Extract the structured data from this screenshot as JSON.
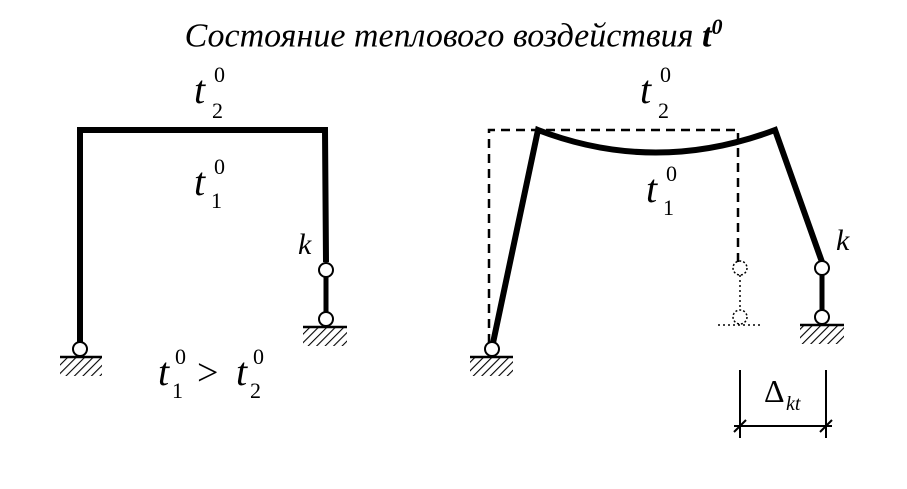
{
  "title": {
    "prefix": "Состояние теплового воздействия ",
    "var": "t",
    "sup": "0"
  },
  "labels": {
    "t_base": "t",
    "deg": "0",
    "sub_top": "2",
    "sub_bottom": "1",
    "gt": ">",
    "node": "k",
    "delta": "Δ",
    "delta_sub": "kt"
  },
  "colors": {
    "line": "#000000",
    "background": "#ffffff"
  }
}
